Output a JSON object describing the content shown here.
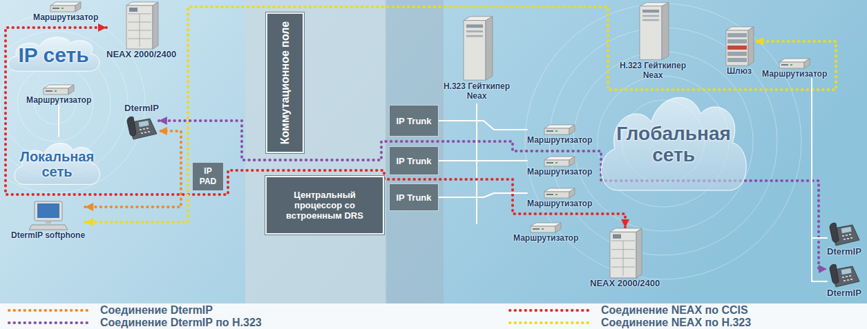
{
  "diagram": {
    "nodes": [
      {
        "text": [
          "Маршрутизатор"
        ]
      },
      {
        "text": [
          "NEAX 2000/2400"
        ]
      },
      {
        "text": [
          "IP сеть"
        ]
      },
      {
        "text": [
          "Маршрутизатор"
        ]
      },
      {
        "text": [
          "DtermIP"
        ]
      },
      {
        "text": [
          "Локальная сеть"
        ]
      },
      {
        "text": [
          "DtermIP softphone"
        ]
      },
      {
        "text": [
          "IP PAD"
        ]
      },
      {
        "text": [
          "Коммутационное поле"
        ]
      },
      {
        "text": [
          "Центральный процессор со встроенным DRS"
        ]
      },
      {
        "text": [
          "IP Trunk"
        ]
      },
      {
        "text": [
          "IP Trunk"
        ]
      },
      {
        "text": [
          "IP Trunk"
        ]
      },
      {
        "text": [
          "H.323 Гейткипер Neax"
        ]
      },
      {
        "text": [
          "H.323 Гейткипер Neax"
        ]
      },
      {
        "text": [
          "Шлюз"
        ]
      },
      {
        "text": [
          "Маршрутизатор"
        ]
      },
      {
        "text": [
          "Глобальная сеть"
        ]
      },
      {
        "text": [
          "Маршрутизатор"
        ]
      },
      {
        "text": [
          "Маршрутизатор"
        ]
      },
      {
        "text": [
          "Маршрутизатор"
        ]
      },
      {
        "text": [
          "Маршрутизатор"
        ]
      },
      {
        "text": [
          "NEAX 2000/2400"
        ]
      },
      {
        "text": [
          "DtermIP"
        ]
      },
      {
        "text": [
          "DtermIP"
        ]
      }
    ],
    "edges": [
      {
        "from": 6,
        "to": 4,
        "arrow": "both"
      },
      {
        "from": 4,
        "to": 24,
        "arrow": "both"
      },
      {
        "from": 1,
        "to": 22,
        "arrow": "both"
      },
      {
        "from": 6,
        "to": 15,
        "arrow": "both"
      },
      {
        "from": 10,
        "to": 18,
        "arrow": "none"
      },
      {
        "from": 11,
        "to": 19,
        "arrow": "none"
      },
      {
        "from": 12,
        "to": 20,
        "arrow": "none"
      },
      {
        "from": 3,
        "to": 5,
        "arrow": "none"
      },
      {
        "from": 16,
        "to": 23,
        "arrow": "none"
      },
      {
        "from": 16,
        "to": 24,
        "arrow": "none"
      }
    ],
    "legend": [
      {
        "text": "Соединение DtermIP"
      },
      {
        "text": "Соединение NEAX по CCIS"
      },
      {
        "text": "Соединение DtermIP по H.323"
      },
      {
        "text": "Соединение NEAX по H.323"
      }
    ]
  }
}
